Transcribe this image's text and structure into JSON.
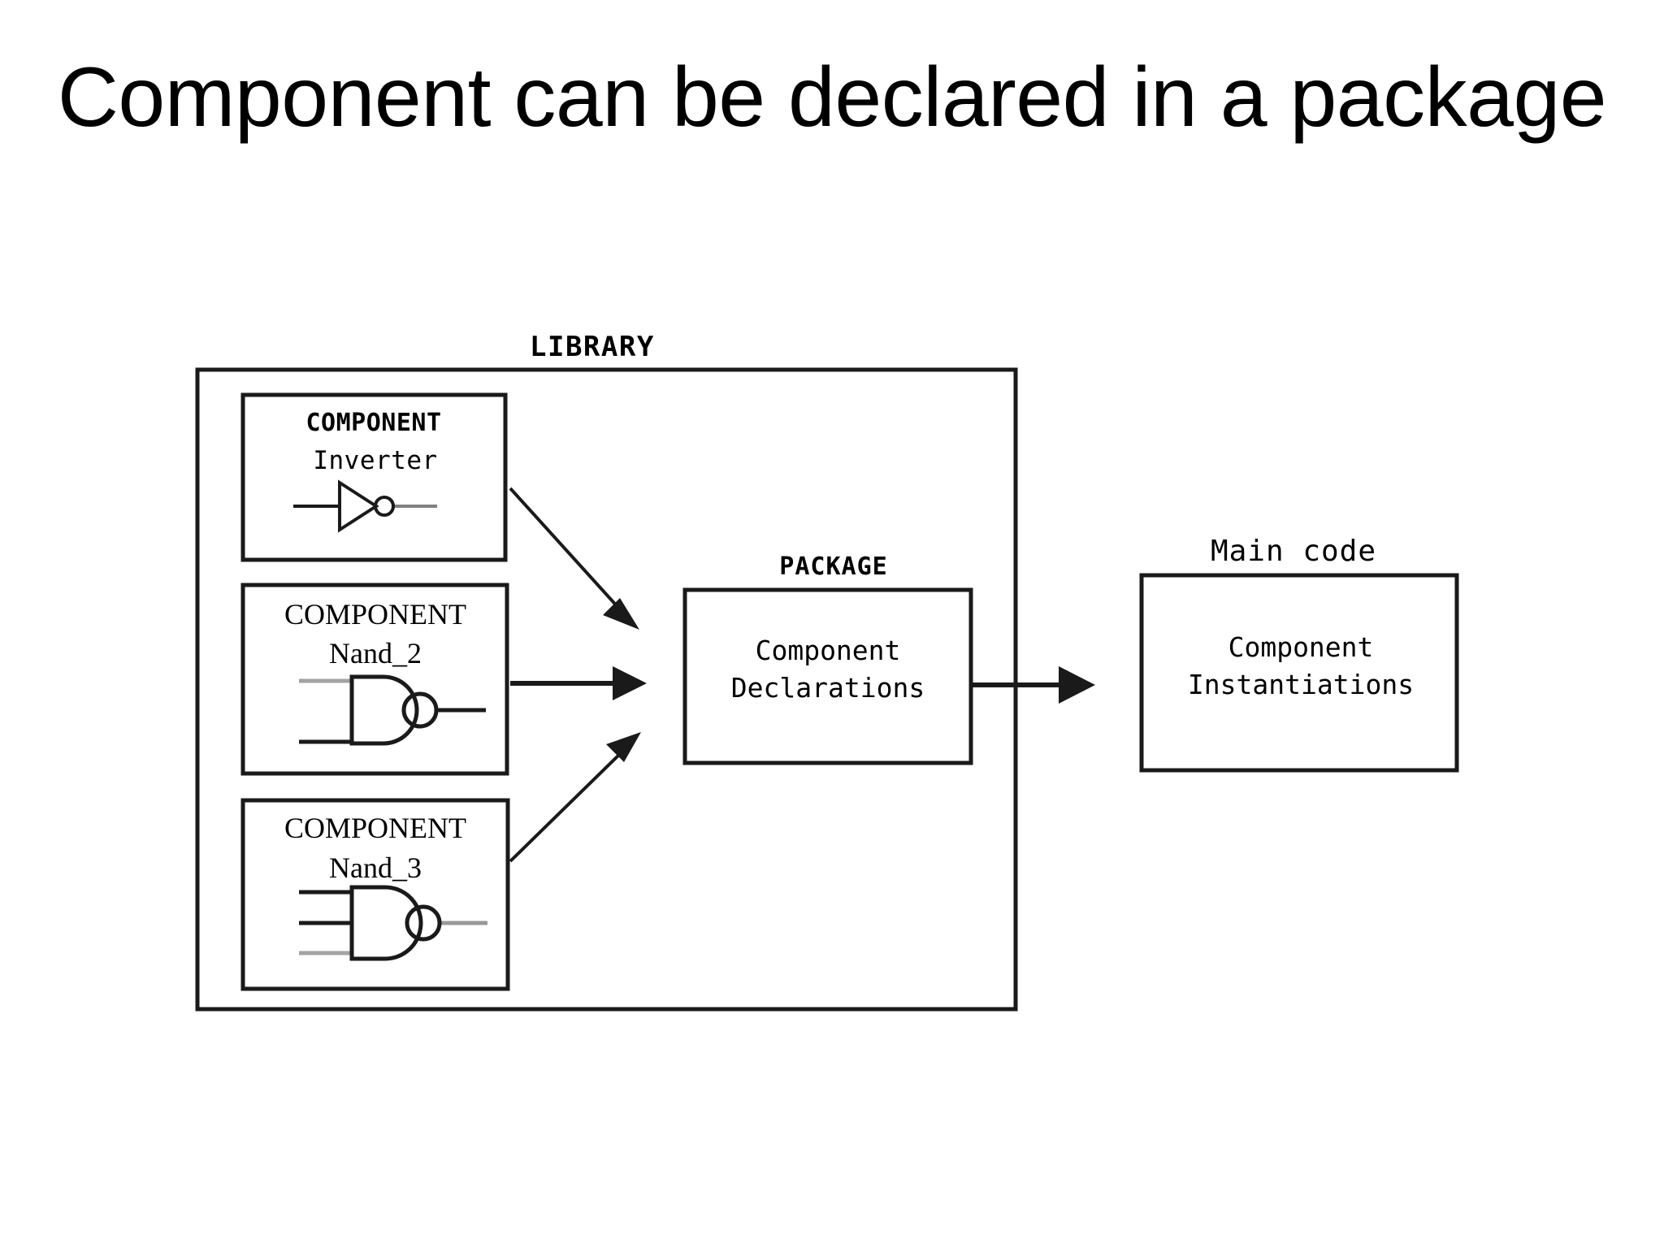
{
  "slide": {
    "title": "Component can be declared in a package"
  },
  "diagram": {
    "library": {
      "label": "LIBRARY",
      "components": [
        {
          "id": "inverter",
          "header": "COMPONENT",
          "name": "Inverter",
          "symbol": "inverter-gate",
          "inputs": 1
        },
        {
          "id": "nand2",
          "header": "COMPONENT",
          "name": "Nand_2",
          "symbol": "nand-gate",
          "inputs": 2
        },
        {
          "id": "nand3",
          "header": "COMPONENT",
          "name": "Nand_3",
          "symbol": "nand-gate",
          "inputs": 3
        }
      ]
    },
    "package": {
      "label": "PACKAGE",
      "line1": "Component",
      "line2": "Declarations"
    },
    "main_code": {
      "label": "Main code",
      "line1": "Component",
      "line2": "Instantiations"
    },
    "arrows": [
      {
        "id": "inverter-to-package",
        "from": "inverter",
        "to": "package",
        "direction": "diagonal-down-right"
      },
      {
        "id": "nand2-to-package",
        "from": "nand2",
        "to": "package",
        "direction": "right"
      },
      {
        "id": "nand3-to-package",
        "from": "nand3",
        "to": "package",
        "direction": "diagonal-up-right"
      },
      {
        "id": "package-to-main",
        "from": "package",
        "to": "main_code",
        "direction": "right"
      }
    ]
  },
  "colors": {
    "ink": "#1a1a1a",
    "background": "#ffffff"
  }
}
